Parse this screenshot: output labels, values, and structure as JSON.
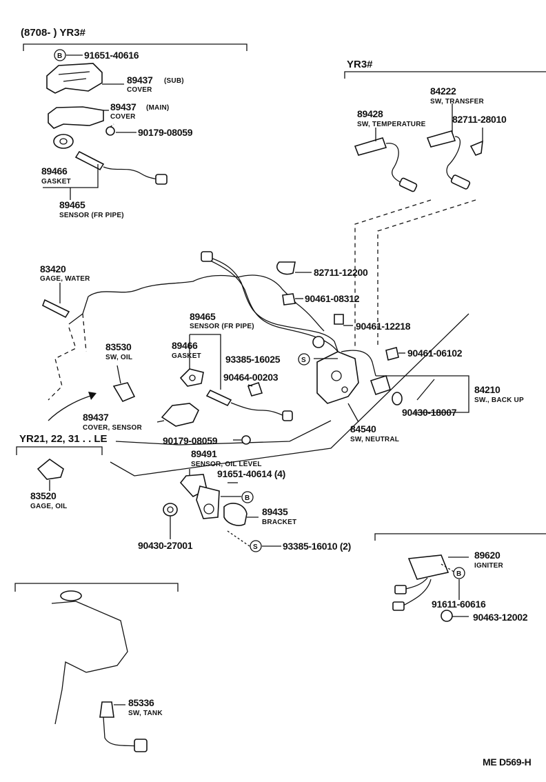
{
  "sections": {
    "top_left": "(8708-       ) YR3#",
    "yr3": "YR3#",
    "yr_le": "YR21, 22, 31 . . LE"
  },
  "parts": [
    {
      "id": "p91651_40616",
      "number": "91651-40616",
      "name": "",
      "marker": "B"
    },
    {
      "id": "p89437_sub",
      "number": "89437",
      "suffix": "(SUB)",
      "name": "COVER"
    },
    {
      "id": "p89437_main",
      "number": "89437",
      "suffix": "(MAIN)",
      "name": "COVER"
    },
    {
      "id": "p90179_top",
      "number": "90179-08059",
      "name": ""
    },
    {
      "id": "p89466_top",
      "number": "89466",
      "name": "GASKET"
    },
    {
      "id": "p89465_top",
      "number": "89465",
      "name": "SENSOR (FR PIPE)"
    },
    {
      "id": "p84222",
      "number": "84222",
      "name": "SW, TRANSFER"
    },
    {
      "id": "p89428",
      "number": "89428",
      "name": "SW, TEMPERATURE"
    },
    {
      "id": "p82711_28010",
      "number": "82711-28010",
      "name": ""
    },
    {
      "id": "p83420",
      "number": "83420",
      "name": "GAGE, WATER"
    },
    {
      "id": "p82711_12200",
      "number": "82711-12200",
      "name": ""
    },
    {
      "id": "p90461_08312",
      "number": "90461-08312",
      "name": ""
    },
    {
      "id": "p89465_mid",
      "number": "89465",
      "name": "SENSOR (FR PIPE)"
    },
    {
      "id": "p90461_12218",
      "number": "90461-12218",
      "name": ""
    },
    {
      "id": "p83530",
      "number": "83530",
      "name": "SW, OIL"
    },
    {
      "id": "p89466_mid",
      "number": "89466",
      "name": "GASKET"
    },
    {
      "id": "p93385_16025",
      "number": "93385-16025",
      "name": "",
      "marker": "S"
    },
    {
      "id": "p90461_06102",
      "number": "90461-06102",
      "name": ""
    },
    {
      "id": "p90464_00203",
      "number": "90464-00203",
      "name": ""
    },
    {
      "id": "p84210",
      "number": "84210",
      "name": "SW., BACK UP"
    },
    {
      "id": "p89437_mid",
      "number": "89437",
      "name": "COVER, SENSOR"
    },
    {
      "id": "p90430_18007",
      "number": "90430-18007",
      "name": ""
    },
    {
      "id": "p84540",
      "number": "84540",
      "name": "SW, NEUTRAL"
    },
    {
      "id": "p90179_mid",
      "number": "90179-08059",
      "name": ""
    },
    {
      "id": "p89491",
      "number": "89491",
      "name": "SENSOR, OIL LEVEL"
    },
    {
      "id": "p91651_40614",
      "number": "91651-40614 (4)",
      "name": ""
    },
    {
      "id": "p83520",
      "number": "83520",
      "name": "GAGE, OIL"
    },
    {
      "id": "p89435",
      "number": "89435",
      "name": "BRACKET"
    },
    {
      "id": "p90430_27001",
      "number": "90430-27001",
      "name": ""
    },
    {
      "id": "p93385_16010",
      "number": "93385-16010 (2)",
      "name": "",
      "marker": "S"
    },
    {
      "id": "p89620",
      "number": "89620",
      "name": "IGNITER"
    },
    {
      "id": "p91611_60616",
      "number": "91611-60616",
      "name": ""
    },
    {
      "id": "p90463_12002",
      "number": "90463-12002",
      "name": ""
    },
    {
      "id": "p85336",
      "number": "85336",
      "name": "SW, TANK"
    }
  ],
  "markers": {
    "b": "B",
    "s": "S"
  },
  "footer": "ME  D569-H"
}
